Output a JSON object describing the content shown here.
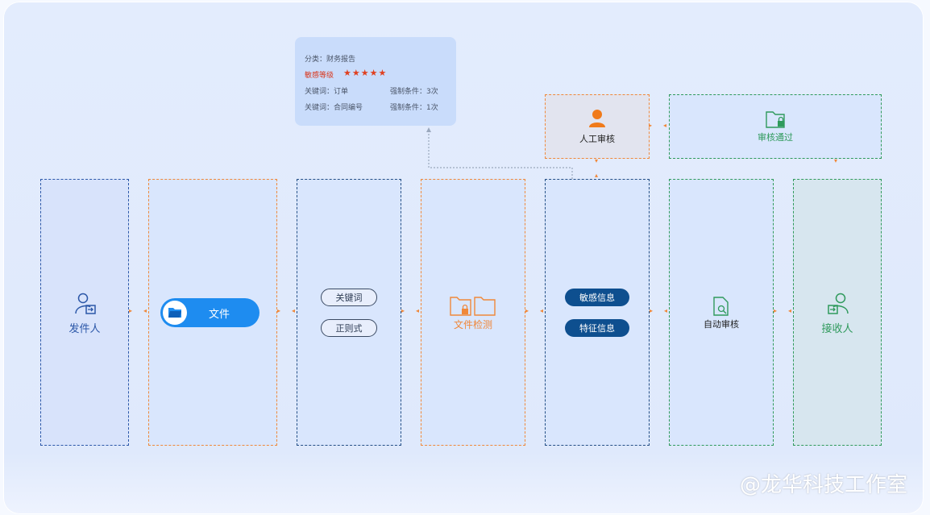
{
  "colors": {
    "blue_border": "#2b57a8",
    "orange": "#f0883a",
    "green": "#2f9a5c",
    "dark_blue": "#0e4f8f",
    "bright_blue": "#1e8cf0",
    "red": "#d9381e"
  },
  "popup": {
    "category": "分类：财务报告",
    "sensitivity_label": "敏感等级",
    "sensitivity_stars": 5,
    "stars_text": "★★★★★",
    "keyword1": "关键词：订单",
    "condition1": "强制条件：3次",
    "keyword2": "关键词：合同编号",
    "condition2": "强制条件：1次"
  },
  "manual_review": {
    "label": "人工审核",
    "icon": "person-icon"
  },
  "review_pass": {
    "label": "审核通过",
    "icon": "folder-lock-icon"
  },
  "sender": {
    "label": "发件人",
    "icon": "user-send-icon"
  },
  "file": {
    "label": "文件",
    "icon": "folder-icon"
  },
  "rules": {
    "keyword": "关键词",
    "regex": "正则式"
  },
  "detection": {
    "label": "文件检测",
    "icon": "folder-lock-icon"
  },
  "info": {
    "sensitive": "敏感信息",
    "feature": "特征信息"
  },
  "auto_review": {
    "label": "自动审核",
    "icon": "file-search-icon"
  },
  "receiver": {
    "label": "接收人",
    "icon": "user-receive-icon"
  },
  "watermark": "@龙华科技工作室"
}
